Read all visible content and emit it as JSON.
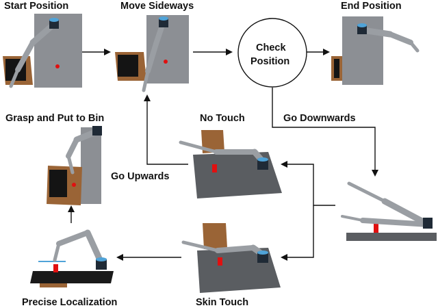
{
  "labels": {
    "start": "Start Position",
    "move": "Move Sideways",
    "check_line1": "Check",
    "check_line2": "Position",
    "end": "End Position",
    "grasp": "Grasp and Put to Bin",
    "no_touch": "No Touch",
    "go_downwards": "Go Downwards",
    "go_upwards": "Go Upwards",
    "precise": "Precise Localization",
    "skin_touch": "Skin Touch"
  },
  "colors": {
    "arm": "#9a9ea3",
    "arm_joint": "#5c6065",
    "base": "#1f2a36",
    "cap": "#4fa3d8",
    "wall": "#8c8f94",
    "table": "#5a5d61",
    "box": "#9a6436",
    "target": "#e01010",
    "arrow": "#111111"
  }
}
